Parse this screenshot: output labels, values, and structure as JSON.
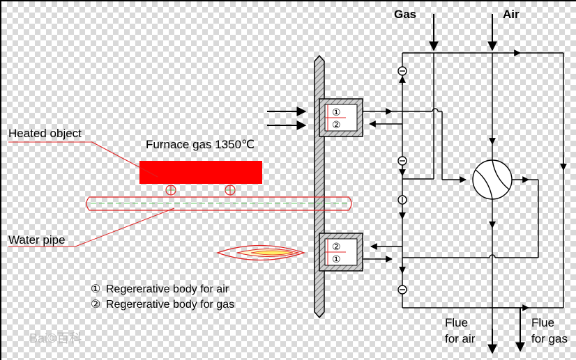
{
  "labels": {
    "gas": "Gas",
    "air": "Air",
    "heated_object": "Heated object",
    "furnace_gas": "Furnace gas 1350℃",
    "water_pipe": "Water pipe",
    "flue_for_air_line1": "Flue",
    "flue_for_air_line2": "for air",
    "flue_for_gas_line1": "Flue",
    "flue_for_gas_line2": "for gas"
  },
  "legend": [
    {
      "marker": "①",
      "text": "Regererative body for air"
    },
    {
      "marker": "②",
      "text": "Regererative body for gas"
    }
  ],
  "regenerator_markers": {
    "upper_top": "①",
    "upper_bottom": "②",
    "lower_top": "②",
    "lower_bottom": "①"
  },
  "watermark": "Bai©百科",
  "colors": {
    "line": "#000000",
    "heated_object": "#ff0000",
    "pipe": "#e02020",
    "pipe_center": "#66cc66",
    "furnace_wall": "#888888"
  }
}
